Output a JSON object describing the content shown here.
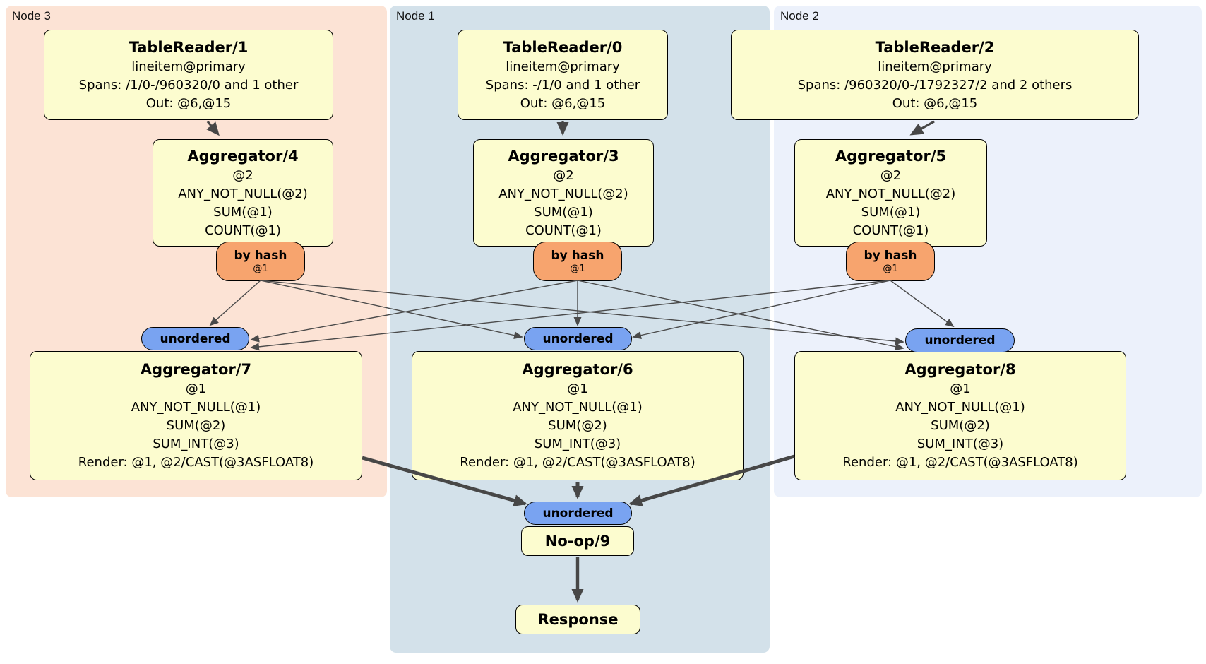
{
  "colors": {
    "node3_region_bg": "#fce3d5",
    "node1_region_bg": "#d3e1ea",
    "node2_region_bg": "#ecf1fb",
    "processor_box_bg": "#fcfccf",
    "hash_router_bg": "#f7a46e",
    "sync_pill_bg": "#79a3f1",
    "edge_color": "#4a4a4a"
  },
  "nodes": [
    {
      "label": "Node 3",
      "tablereader": {
        "title": "TableReader/1",
        "lines": [
          "lineitem@primary",
          "Spans: /1/0-/960320/0 and 1 other",
          "Out: @6,@15"
        ]
      },
      "aggregator_top": {
        "title": "Aggregator/4",
        "lines": [
          "@2",
          "ANY_NOT_NULL(@2)",
          "SUM(@1)",
          "COUNT(@1)"
        ]
      },
      "router": {
        "label": "by hash",
        "detail": "@1"
      },
      "sync": {
        "label": "unordered"
      },
      "aggregator_bottom": {
        "title": "Aggregator/7",
        "lines": [
          "@1",
          "ANY_NOT_NULL(@1)",
          "SUM(@2)",
          "SUM_INT(@3)",
          "Render: @1, @2/CAST(@3ASFLOAT8)"
        ]
      }
    },
    {
      "label": "Node 1",
      "tablereader": {
        "title": "TableReader/0",
        "lines": [
          "lineitem@primary",
          "Spans: -/1/0 and 1 other",
          "Out: @6,@15"
        ]
      },
      "aggregator_top": {
        "title": "Aggregator/3",
        "lines": [
          "@2",
          "ANY_NOT_NULL(@2)",
          "SUM(@1)",
          "COUNT(@1)"
        ]
      },
      "router": {
        "label": "by hash",
        "detail": "@1"
      },
      "sync": {
        "label": "unordered"
      },
      "aggregator_bottom": {
        "title": "Aggregator/6",
        "lines": [
          "@1",
          "ANY_NOT_NULL(@1)",
          "SUM(@2)",
          "SUM_INT(@3)",
          "Render: @1, @2/CAST(@3ASFLOAT8)"
        ]
      }
    },
    {
      "label": "Node 2",
      "tablereader": {
        "title": "TableReader/2",
        "lines": [
          "lineitem@primary",
          "Spans: /960320/0-/1792327/2 and 2 others",
          "Out: @6,@15"
        ]
      },
      "aggregator_top": {
        "title": "Aggregator/5",
        "lines": [
          "@2",
          "ANY_NOT_NULL(@2)",
          "SUM(@1)",
          "COUNT(@1)"
        ]
      },
      "router": {
        "label": "by hash",
        "detail": "@1"
      },
      "sync": {
        "label": "unordered"
      },
      "aggregator_bottom": {
        "title": "Aggregator/8",
        "lines": [
          "@1",
          "ANY_NOT_NULL(@1)",
          "SUM(@2)",
          "SUM_INT(@3)",
          "Render: @1, @2/CAST(@3ASFLOAT8)"
        ]
      }
    }
  ],
  "output_chain": {
    "sync_label": "unordered",
    "noop_title": "No-op/9",
    "response_title": "Response"
  }
}
